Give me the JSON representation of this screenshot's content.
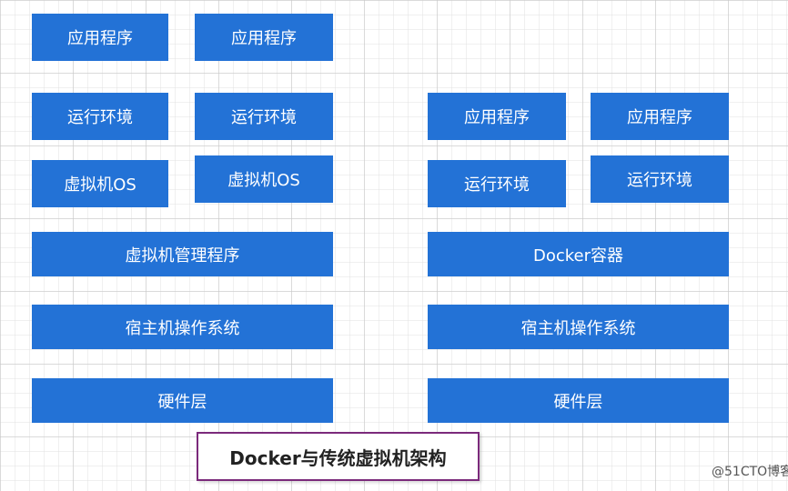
{
  "vm_stack": {
    "app_1": "应用程序",
    "app_2": "应用程序",
    "runtime_1": "运行环境",
    "runtime_2": "运行环境",
    "guest_os_1": "虚拟机OS",
    "guest_os_2": "虚拟机OS",
    "hypervisor": "虚拟机管理程序",
    "host_os": "宿主机操作系统",
    "hardware": "硬件层"
  },
  "docker_stack": {
    "app_1": "应用程序",
    "app_2": "应用程序",
    "runtime_1": "运行环境",
    "runtime_2": "运行环境",
    "docker_engine": "Docker容器",
    "host_os": "宿主机操作系统",
    "hardware": "硬件层"
  },
  "caption": "Docker与传统虚拟机架构",
  "watermark": "@51CTO博客",
  "colors": {
    "box_fill": "#2372d6",
    "caption_border": "#7b2a7b"
  }
}
